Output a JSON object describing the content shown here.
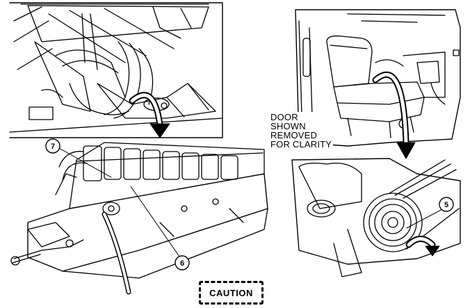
{
  "note": {
    "lines": [
      "DOOR",
      "SHOWN",
      "REMOVED",
      "FOR CLARITY"
    ]
  },
  "callouts": {
    "c7": "7",
    "c6": "6",
    "c5": "5"
  },
  "caution": {
    "label": "CAUTION"
  },
  "colors": {
    "ink": "#000000",
    "paper": "#ffffff"
  }
}
